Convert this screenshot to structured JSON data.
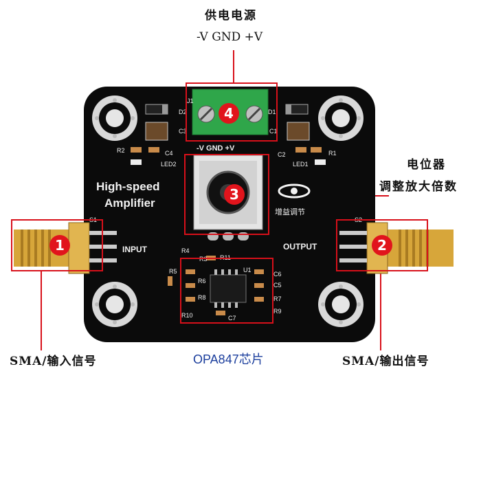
{
  "power": {
    "title": "供电电源",
    "pins": "-V GND +V"
  },
  "pot": {
    "line1": "电位器",
    "line2": "调整放大倍数"
  },
  "board": {
    "title_line1": "High-speed",
    "title_line2": "Amplifier",
    "input_label": "INPUT",
    "output_label": "OUTPUT",
    "gain_label": "增益调节",
    "header_pins": "-V GND +V",
    "refs": [
      "J1",
      "D2",
      "D1",
      "C3",
      "C1",
      "C4",
      "C2",
      "R2",
      "R1",
      "LED2",
      "LED1",
      "S1",
      "S2",
      "R3",
      "R11",
      "R4",
      "R5",
      "R6",
      "R8",
      "R10",
      "U1",
      "C6",
      "C5",
      "R7",
      "R9",
      "C7"
    ]
  },
  "callouts": {
    "sma_in": "SMA/输入信号",
    "sma_out": "SMA/输出信号",
    "chip": "OPA847芯片"
  },
  "badges": [
    "1",
    "2",
    "3",
    "4"
  ],
  "colors": {
    "board": "#0b0b0b",
    "highlight": "#d8101a",
    "terminal": "#2fa64a",
    "sma_gold": "#d7a63a",
    "chip_label": "#1a3d9c"
  }
}
